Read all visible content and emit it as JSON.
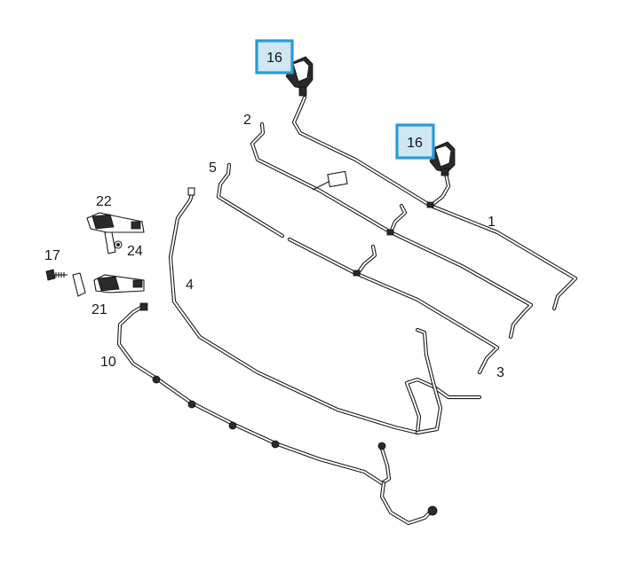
{
  "labels": {
    "part_1": "1",
    "part_2": "2",
    "part_3": "3",
    "part_4": "4",
    "part_5": "5",
    "part_10": "10",
    "part_16_upper": "16",
    "part_16_lower": "16",
    "part_17": "17",
    "part_21": "21",
    "part_22": "22",
    "part_24": "24"
  },
  "highlight_color": "#2b9ad6",
  "highlight_fill": "#cfe6f3"
}
